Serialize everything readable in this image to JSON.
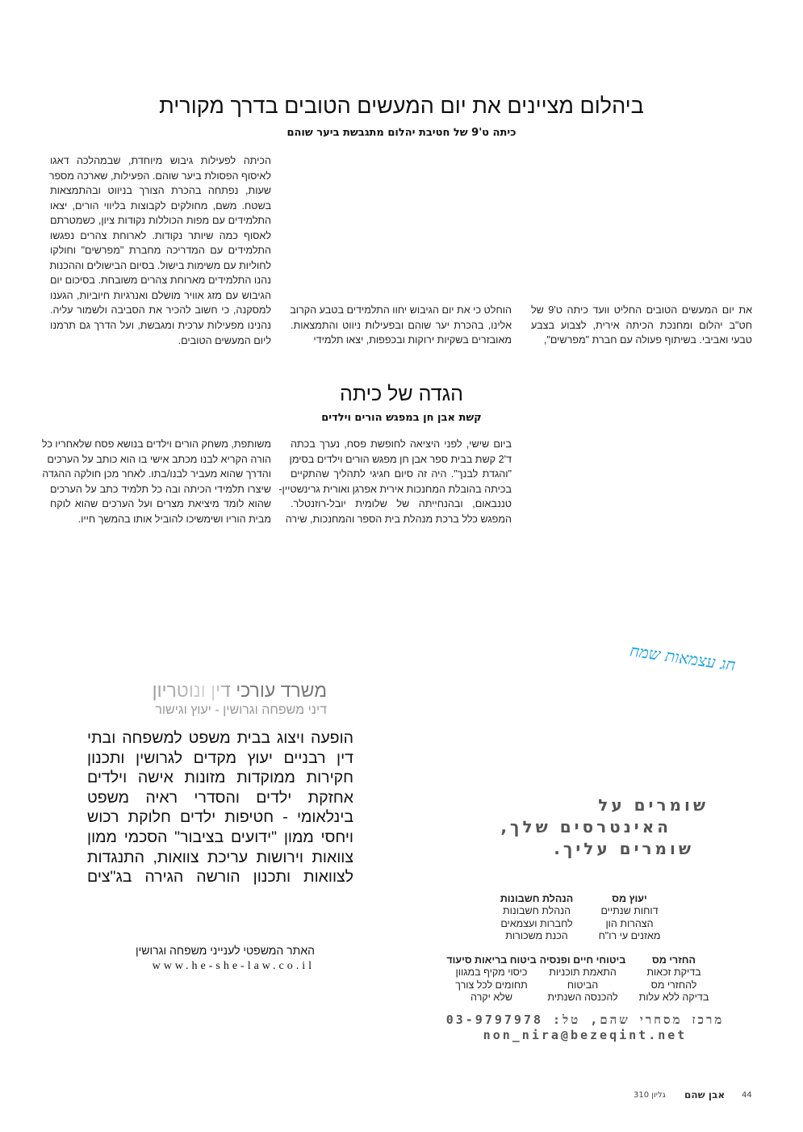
{
  "article1": {
    "title": "ביהלום מציינים את יום המעשים הטובים בדרך מקורית",
    "subtitle": "כיתה ט'9 של חטיבת יהלום מתגבשת ביער שוהם",
    "col_right": [
      "את יום המעשים הטובים החליט וועד כיתה ט'9 של",
      "חט\"ב יהלום ומחנכת הכיתה אירית, לצבוע בצבע",
      "טבעי ואביבי. בשיתוף פעולה עם חברת \"מפרשים\","
    ],
    "col_middle": [
      "הוחלט כי את יום הגיבוש יחוו התלמידים בטבע הקרוב",
      "אלינו, בהכרת יער שוהם ובפעילות ניווט והתמצאות.",
      "מאובזרים בשקיות ירוקות ובכפפות, יצאו תלמידי"
    ],
    "col_left": [
      "הכיתה לפעילות גיבוש מיוחדת, שבמהלכה דאגו",
      "לאיסוף הפסולת ביער שוהם. הפעילות, שארכה מספר",
      "שעות, נפתחה בהכרת הצורך בניווט ובהתמצאות",
      "בשטח. משם, מחולקים לקבוצות בליווי הורים, יצאו",
      "התלמידים עם מפות הכוללות נקודות ציון, כשמטרתם",
      "לאסוף כמה שיותר נקודות. לארוחת צהרים נפגשו",
      "התלמידים עם המדריכה מחברת \"מפרשים\" וחולקו",
      "לחוליות עם משימות בישול. בסיום הבישולים וההכנות",
      "נהנו התלמידים מארוחת צהרים משובחת. בסיכום יום",
      "הגיבוש עם מזג אוויר מושלם ואנרגיות חיוביות, הגענו",
      "למסקנה, כי חשוב להכיר את הסביבה ולשמור עליה.",
      "נהנינו מפעילות ערכית ומגבשת, ועל הדרך גם תרמנו",
      "ליום המעשים הטובים."
    ]
  },
  "article2": {
    "title": "הגדה של כיתה",
    "subtitle": "קשת אבן חן במפגש הורים וילדים",
    "col_right": [
      "ביום שישי, לפני היציאה לחופשת פסח, נערך בכתה",
      "ד'2 קשת בבית ספר אבן חן מפגש הורים וילדים בסימן",
      "\"והגדת לבנך\". היה זה סיום חגיגי לתהליך שהתקיים",
      "בכיתה בהובלת המחנכות אירית אפרגן ואורית גרינשטיין-",
      "טננבאום, ובהנחייתה של שלומית יובל-רוזנטלר.",
      "המפגש כלל ברכת מנהלת בית הספר והמחנכות, שירה"
    ],
    "col_left": [
      "משותפת, משחק הורים וילדים בנושא פסח שלאחריו כל",
      "הורה הקריא לבנו מכתב אישי בו הוא כותב על הערכים",
      "והדרך שהוא מעביר לבנו/בתו. לאחר מכן חולקה ההגדה",
      "שיצרו תלמידי הכיתה ובה כל תלמיד כתב על הערכים",
      "שהוא לומד מיציאת מצרים ועל הערכים שהוא לוקח",
      "מבית הוריו ושימשיכו להוביל אותו בהמשך חייו."
    ]
  },
  "greeting_handwritten": "חג עצמאות שמח",
  "law_ad": {
    "title": "משרד עורכי דין ונוטריון",
    "subtitle": "דיני משפחה וגרושין - יעוץ וגישור",
    "lines": [
      "הופעה ויצוג בבית משפט למשפחה ובתי",
      "דין רבניים     יעוץ מקדים לגרושין ותכנון",
      "חקירות ממוקדות     מזונות אישה וילדים",
      "אחזקת ילדים והסדרי ראיה     משפט",
      "בינלאומי - חטיפות ילדים    חלוקת רכוש",
      "ויחסי ממון   \"ידועים בציבור\"   הסכמי ממון",
      "צוואות וירושות   עריכת צוואות, התנגדות",
      "לצוואות ותכנון הורשה     הגירה     בג\"צים"
    ],
    "site_label": "האתר המשפטי לענייני משפחה וגרושין",
    "site_url": "www.he-she-law.co.il"
  },
  "tax_ad": {
    "slogan": [
      "שומרים על",
      "האינטרסים שלך,",
      "שומרים עליך."
    ],
    "services": [
      {
        "heading": "יעוץ מס",
        "items": [
          "דוחות שנתיים",
          "הצהרות הון",
          "מאזנים עי רו\"ח"
        ]
      },
      {
        "heading": "הנהלת חשבונות",
        "items": [
          "הנהלת חשבונות",
          "לחברות ועצמאים",
          "הכנת משכורות"
        ]
      },
      {
        "heading": "החזרי מס",
        "items": [
          "בדיקת זכאות",
          "להחזרי מס",
          "בדיקה ללא עלות"
        ]
      },
      {
        "heading": "ביטוחי חיים ופנסיה",
        "items": [
          "התאמת תוכניות",
          "הביטוח",
          "להכנסה השנתית"
        ]
      },
      {
        "heading": "ביטוח בריאות סיעוד",
        "items": [
          "כיסוי מקיף במגוון",
          "תחומים לכל צורך",
          "שלא יקרה"
        ]
      }
    ],
    "contact": "מרכז מסחרי שהם, טל: 03-9797978",
    "email": "non_nira@bezeqint.net"
  },
  "footer": {
    "page": "44",
    "magazine": "אבן שהם",
    "issue": "גליון 310"
  }
}
